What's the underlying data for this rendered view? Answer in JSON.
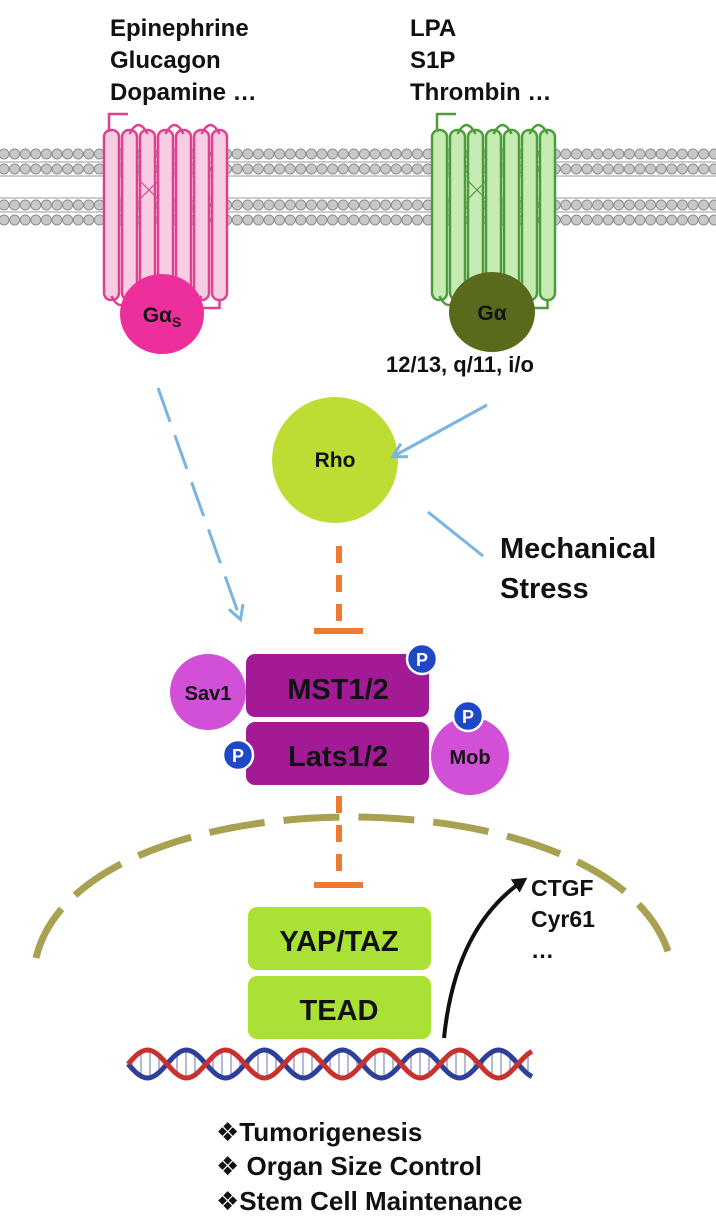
{
  "ligands_left": [
    "Epinephrine",
    "Glucagon",
    "Dopamine …"
  ],
  "ligands_right": [
    "LPA",
    "S1P",
    "Thrombin …"
  ],
  "g_alpha_s": {
    "base": "Gα",
    "subscript": "S"
  },
  "g_alpha": "Gα",
  "g_alpha_subtypes": "12/13, q/11, i/o",
  "rho": "Rho",
  "mechanical_stress": [
    "Mechanical",
    "Stress"
  ],
  "sav1": "Sav1",
  "mst": "MST1/2",
  "lats": "Lats1/2",
  "mob": "Mob",
  "phospho": "P",
  "yap_taz": "YAP/TAZ",
  "tead": "TEAD",
  "target_genes": [
    "CTGF",
    "Cyr61",
    "…"
  ],
  "outcomes": [
    "❖Tumorigenesis",
    "❖ Organ Size Control",
    "❖Stem Cell Maintenance"
  ],
  "colors": {
    "receptor_left": "#e0418f",
    "receptor_left_fill": "#f7cde3",
    "receptor_right": "#4d9e3a",
    "receptor_right_fill": "#c6ecb3",
    "g_alpha_s": "#ec2f9a",
    "g_alpha": "#5a6a1c",
    "rho": "#bddd34",
    "kinase": "#a21a96",
    "adaptor": "#d24fd8",
    "phospho": "#1f48c8",
    "yap_tead": "#a9e135",
    "activation_arrow": "#7ab4e0",
    "inhibition": "#ec7a30",
    "nucleus": "#a8a152",
    "dna_red": "#c8312e",
    "dna_blue": "#2e3f9a"
  }
}
